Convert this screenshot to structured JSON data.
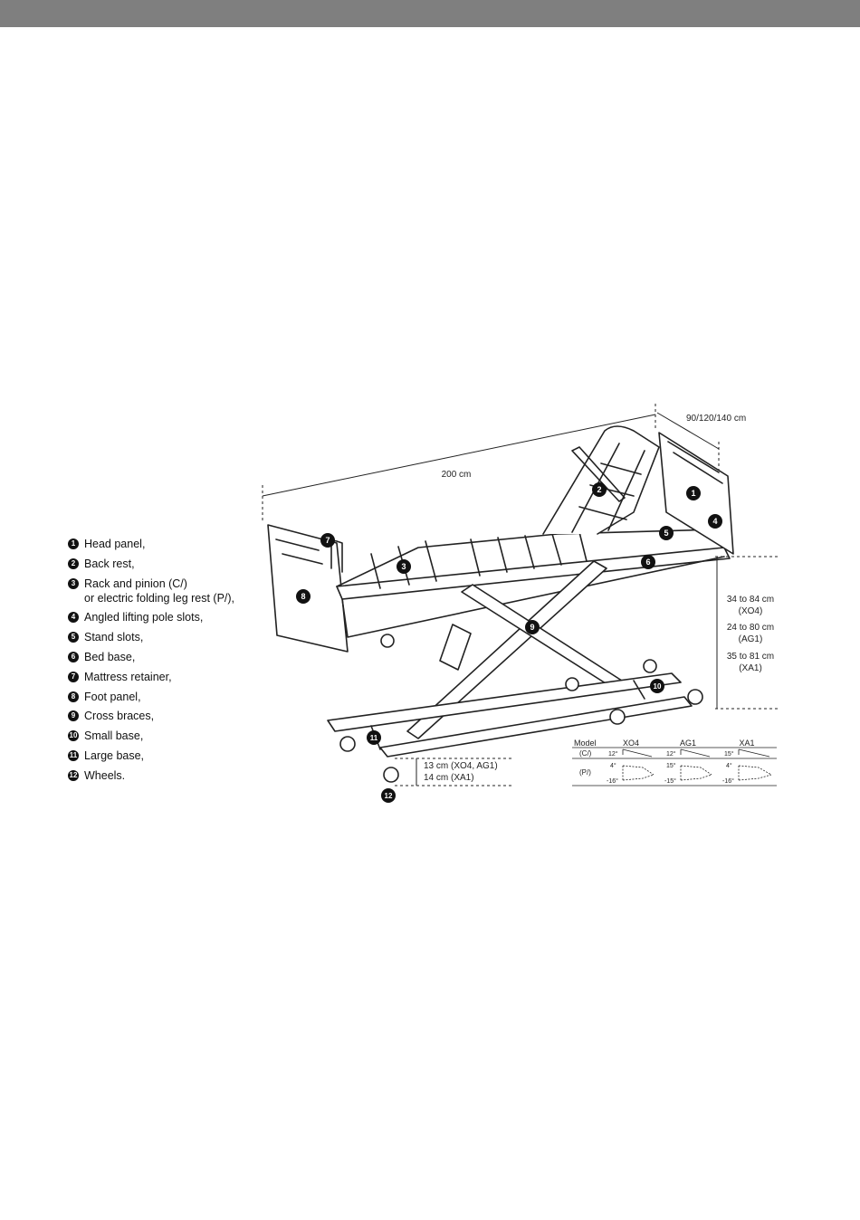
{
  "legend": [
    {
      "num": "1",
      "text": "Head panel,"
    },
    {
      "num": "2",
      "text": "Back rest,"
    },
    {
      "num": "3",
      "text": "Rack and pinion (C/)\nor electric folding leg rest (P/),"
    },
    {
      "num": "4",
      "text": "Angled lifting pole slots,"
    },
    {
      "num": "5",
      "text": "Stand slots,"
    },
    {
      "num": "6",
      "text": "Bed base,"
    },
    {
      "num": "7",
      "text": "Mattress retainer,"
    },
    {
      "num": "8",
      "text": "Foot panel,"
    },
    {
      "num": "9",
      "text": "Cross braces,"
    },
    {
      "num": "10",
      "text": "Small base,"
    },
    {
      "num": "11",
      "text": "Large base,"
    },
    {
      "num": "12",
      "text": "Wheels."
    }
  ],
  "dimensions": {
    "length": "200 cm",
    "width": "90/120/140 cm",
    "height_xo4_range": "34 to 84 cm",
    "height_xo4_model": "(XO4)",
    "height_ag1_range": "24 to 80 cm",
    "height_ag1_model": "(AG1)",
    "height_xa1_range": "35 to 81 cm",
    "height_xa1_model": "(XA1)",
    "clearance_line1": "13 cm (XO4, AG1)",
    "clearance_line2": "14 cm (XA1)"
  },
  "markers": [
    "1",
    "2",
    "3",
    "4",
    "5",
    "6",
    "7",
    "8",
    "9",
    "10",
    "11",
    "12"
  ],
  "angle_table": {
    "header": [
      "Model",
      "XO4",
      "AG1",
      "XA1"
    ],
    "rows": [
      {
        "label": "(C/)",
        "values": [
          "12°",
          "12°",
          "15°"
        ]
      },
      {
        "label": "(P/)",
        "values": [
          [
            "4°",
            "-16°"
          ],
          [
            "15°",
            "-15°"
          ],
          [
            "4°",
            "-16°"
          ]
        ]
      }
    ]
  }
}
